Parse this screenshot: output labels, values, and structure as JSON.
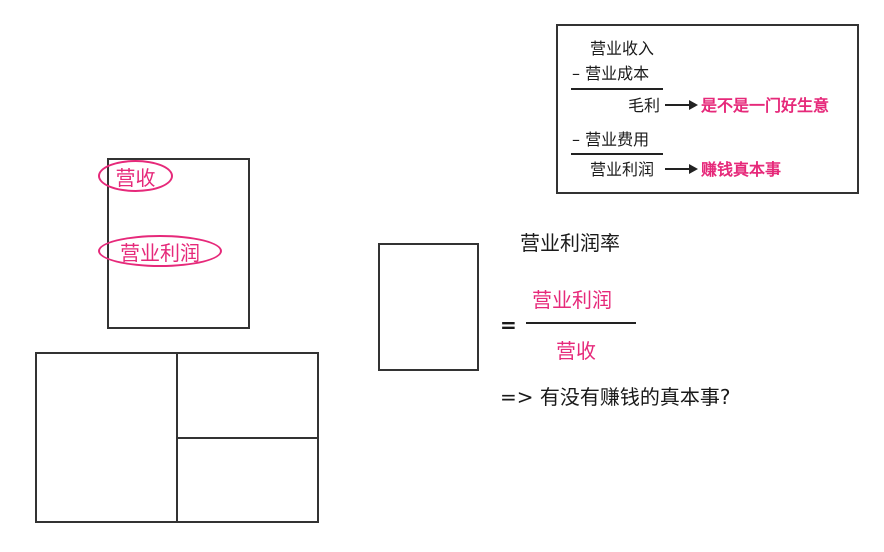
{
  "legend_box": {
    "line1": "营业收入",
    "line2": "– 营业成本",
    "line3": "毛利",
    "line3_note": "是不是一门好生意",
    "line4": "– 营业费用",
    "line5": "营业利润",
    "line5_note": "赚钱真本事"
  },
  "tall_box": {
    "oval_top": "营收",
    "oval_mid": "营业利润"
  },
  "formula": {
    "title": "营业利润率",
    "equals": "=",
    "numerator": "营业利润",
    "denominator": "营收",
    "conclusion": "=> 有没有赚钱的真本事?"
  },
  "colors": {
    "accent": "#e6297a",
    "stroke": "#333333"
  }
}
